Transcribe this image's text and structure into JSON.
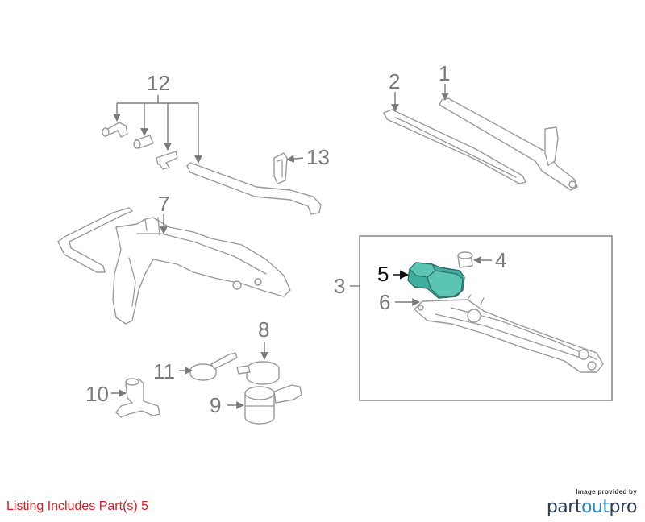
{
  "callouts": {
    "c1": "1",
    "c2": "2",
    "c3": "3",
    "c4": "4",
    "c5": "5",
    "c6": "6",
    "c7": "7",
    "c8": "8",
    "c9": "9",
    "c10": "10",
    "c11": "11",
    "c12": "12",
    "c13": "13"
  },
  "highlighted_part": "5",
  "highlight_color": "#3fae9e",
  "footer": {
    "listing_note": "Listing Includes Part(s) 5",
    "provider_label": "Image provided by",
    "logo_part": "part",
    "logo_out": "out",
    "logo_pro": "pro"
  }
}
